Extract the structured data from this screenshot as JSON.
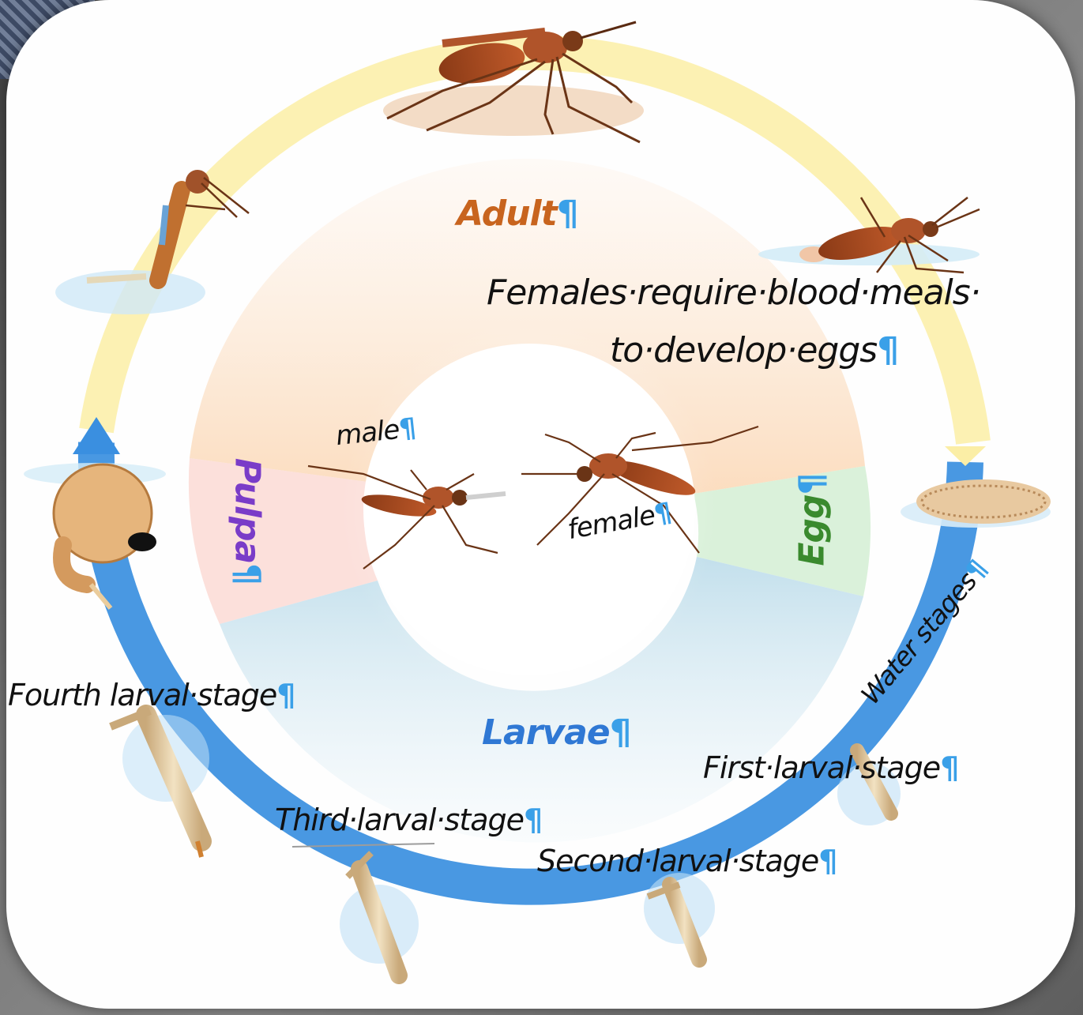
{
  "diagram": {
    "stages": {
      "adult": "Adult",
      "egg": "Egg",
      "larvae": "Larvae",
      "pupa": "Pulpa"
    },
    "center": {
      "male": "male",
      "female": "female"
    },
    "notes": {
      "blood_meal_line1": "Females·require·blood·meals·",
      "blood_meal_line2": "to·develop·eggs",
      "water_stages": "Water stages"
    },
    "larval_stages": {
      "first": "First·larval·stage",
      "second": "Second·larval·stage",
      "third": "Third·larval·stage",
      "fourth": "Fourth larval·stage"
    },
    "pilcrow": "¶",
    "colors": {
      "adult_ring": "#fbeea6",
      "water_ring": "#3a8fe0",
      "adult_text": "#c8641e",
      "larvae_text": "#2f78d4",
      "egg_text": "#3a8a2e",
      "pupa_text": "#7a3cc8",
      "pilcrow": "#3aa0e8"
    }
  }
}
